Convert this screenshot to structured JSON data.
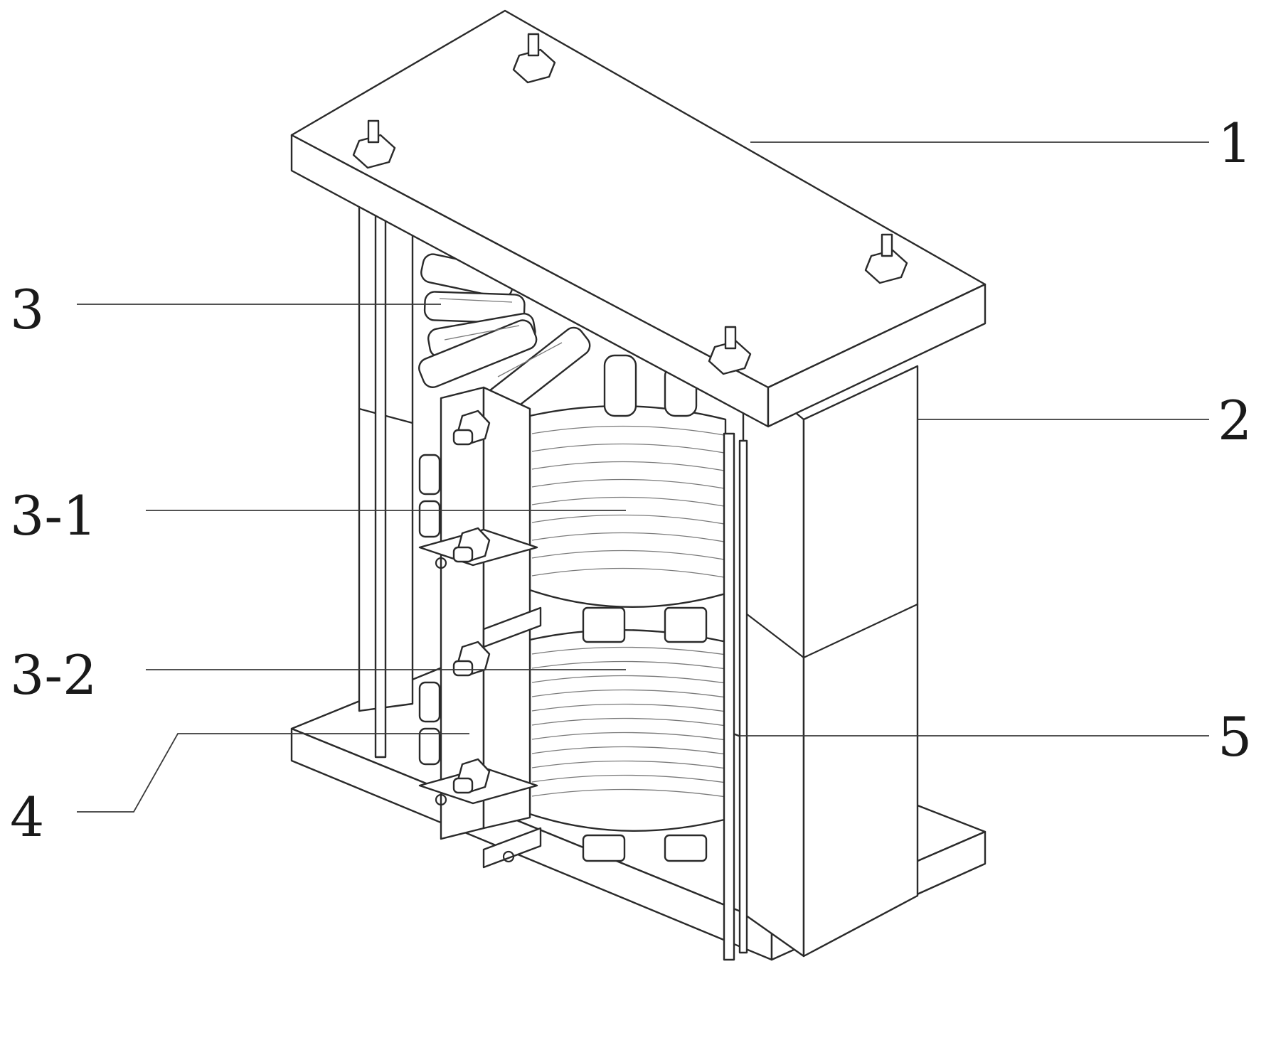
{
  "labels": {
    "top_plate": "1",
    "iron_core_column": "2",
    "coil_assembly": "3",
    "upper_coil": "3-1",
    "lower_coil": "3-2",
    "clamp_bar": "4",
    "tie_rod": "5"
  },
  "colors": {
    "line": "#2a2a2a",
    "background": "#ffffff"
  }
}
